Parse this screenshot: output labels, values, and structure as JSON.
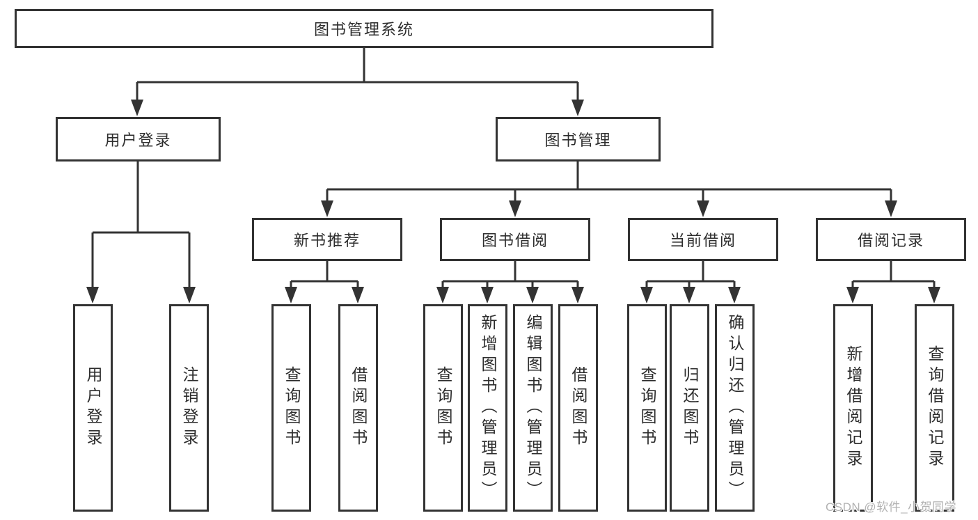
{
  "diagram": {
    "root": {
      "label": "图书管理系统"
    },
    "branches": [
      {
        "label": "用户登录",
        "children": [
          {
            "label": "用户登录"
          },
          {
            "label": "注销登录"
          }
        ]
      },
      {
        "label": "图书管理",
        "children": [
          {
            "label": "新书推荐",
            "children": [
              {
                "label": "查询图书"
              },
              {
                "label": "借阅图书"
              }
            ]
          },
          {
            "label": "图书借阅",
            "children": [
              {
                "label": "查询图书"
              },
              {
                "label": "新增图书（管理员）"
              },
              {
                "label": "编辑图书（管理员）"
              },
              {
                "label": "借阅图书"
              }
            ]
          },
          {
            "label": "当前借阅",
            "children": [
              {
                "label": "查询图书"
              },
              {
                "label": "归还图书"
              },
              {
                "label": "确认归还（管理员）"
              }
            ]
          },
          {
            "label": "借阅记录",
            "children": [
              {
                "label": "新增借阅记录"
              },
              {
                "label": "查询借阅记录"
              }
            ]
          }
        ]
      }
    ]
  },
  "watermark": {
    "text": "CSDN @软件_小贺同学"
  },
  "colors": {
    "line": "#333333",
    "text": "#2d2d2d",
    "background": "#ffffff",
    "watermark": "#b2b2b2"
  }
}
